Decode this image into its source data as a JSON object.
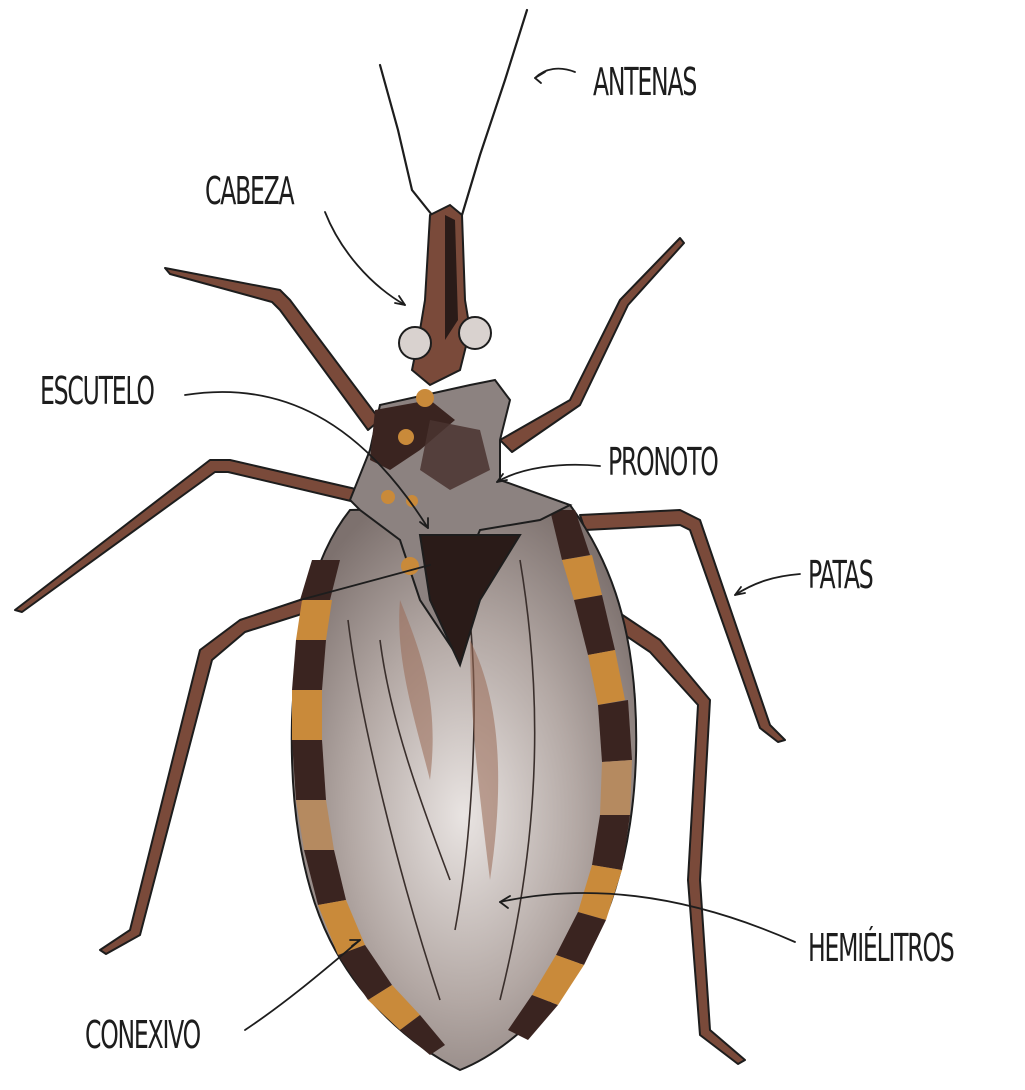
{
  "labels": {
    "antenas": "ANTENAS",
    "cabeza": "CABEZA",
    "escutelo": "ESCUTELO",
    "pronoto": "PRONOTO",
    "patas": "PATAS",
    "hemielitros": "HEMIÉLITROS",
    "conexivo": "CONEXIVO"
  },
  "colors": {
    "ink": "#1d1d1d",
    "leg_brown": "#7a4a3a",
    "body_grey": "#a79c98",
    "dark_brown": "#3a2420",
    "orange_spot": "#c98a3a"
  }
}
